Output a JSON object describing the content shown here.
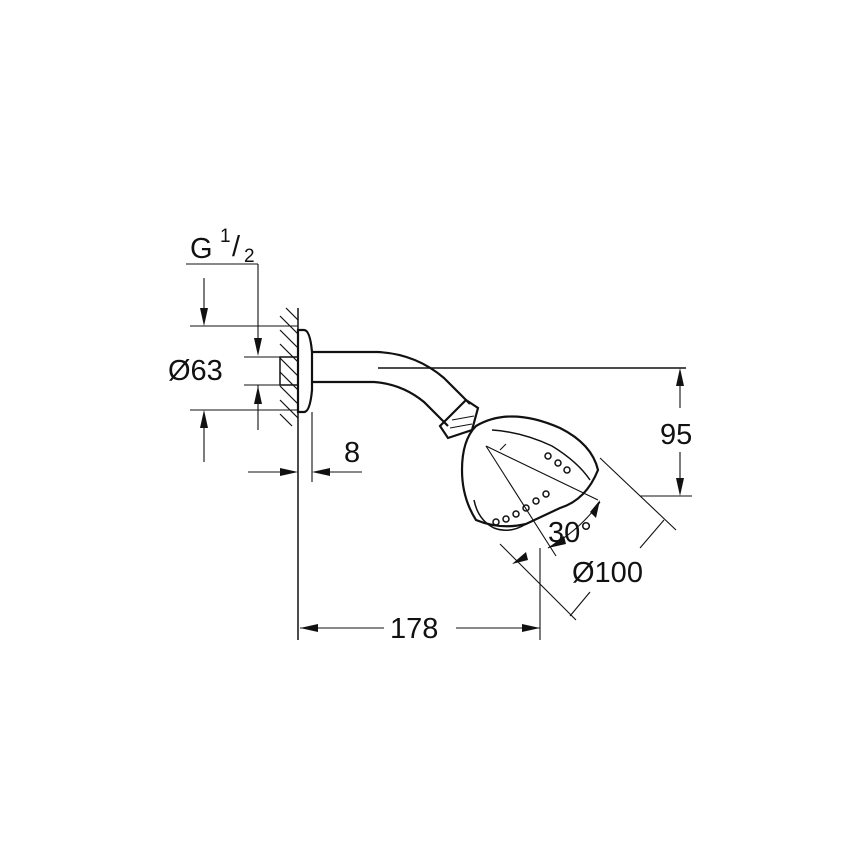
{
  "dimensions": {
    "thread_prefix": "G",
    "thread_numerator": "1",
    "thread_slash": "/",
    "thread_denominator": "2",
    "flange_diameter": "Ø63",
    "wall_offset": "8",
    "projection": "178",
    "drop": "95",
    "spray_angle": "30°",
    "head_diameter": "Ø100"
  },
  "colors": {
    "line": "#111111",
    "background": "#ffffff"
  }
}
